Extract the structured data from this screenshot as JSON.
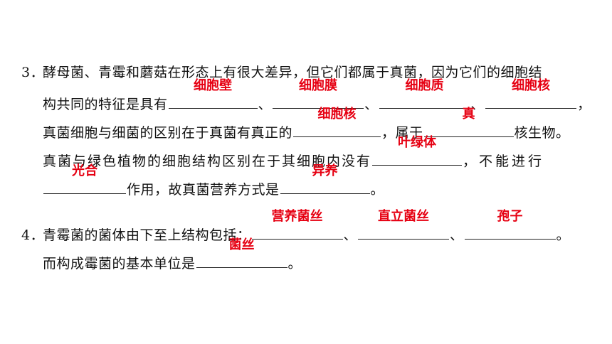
{
  "q3": {
    "num": "3．",
    "l1": "酵母菌、青霉和蘑菇在形态上有很大差异，但它们都属于真菌，因为它们的细胞结",
    "l2a": "构共同的特征是具有",
    "sep": "、",
    "l2end": "，",
    "a1": "细胞壁",
    "a2": "细胞膜",
    "a3": "细胞质",
    "a4": "细胞核",
    "l3a": "真菌细胞与细菌的区别在于真菌有真正的",
    "l3b": "，属于",
    "l3c": "核生物。",
    "a5": "细胞核",
    "a6": "真",
    "l4a": "真菌与绿色植物的细胞结构区别在于其细胞内没有",
    "l4b": "，不能进行",
    "a7": "叶绿体",
    "l5a": "作用，故真菌营养方式是",
    "l5b": "。",
    "a8": "光合",
    "a9": "异养"
  },
  "q4": {
    "num": "4．",
    "l1a": "青霉菌的菌体由下至上结构包括：",
    "sep": "、",
    "l1end": "。",
    "a1": "营养菌丝",
    "a2": "直立菌丝",
    "a3": "孢子",
    "l2a": "而构成霉菌的基本单位是",
    "l2b": "。",
    "a4": "菌丝"
  }
}
